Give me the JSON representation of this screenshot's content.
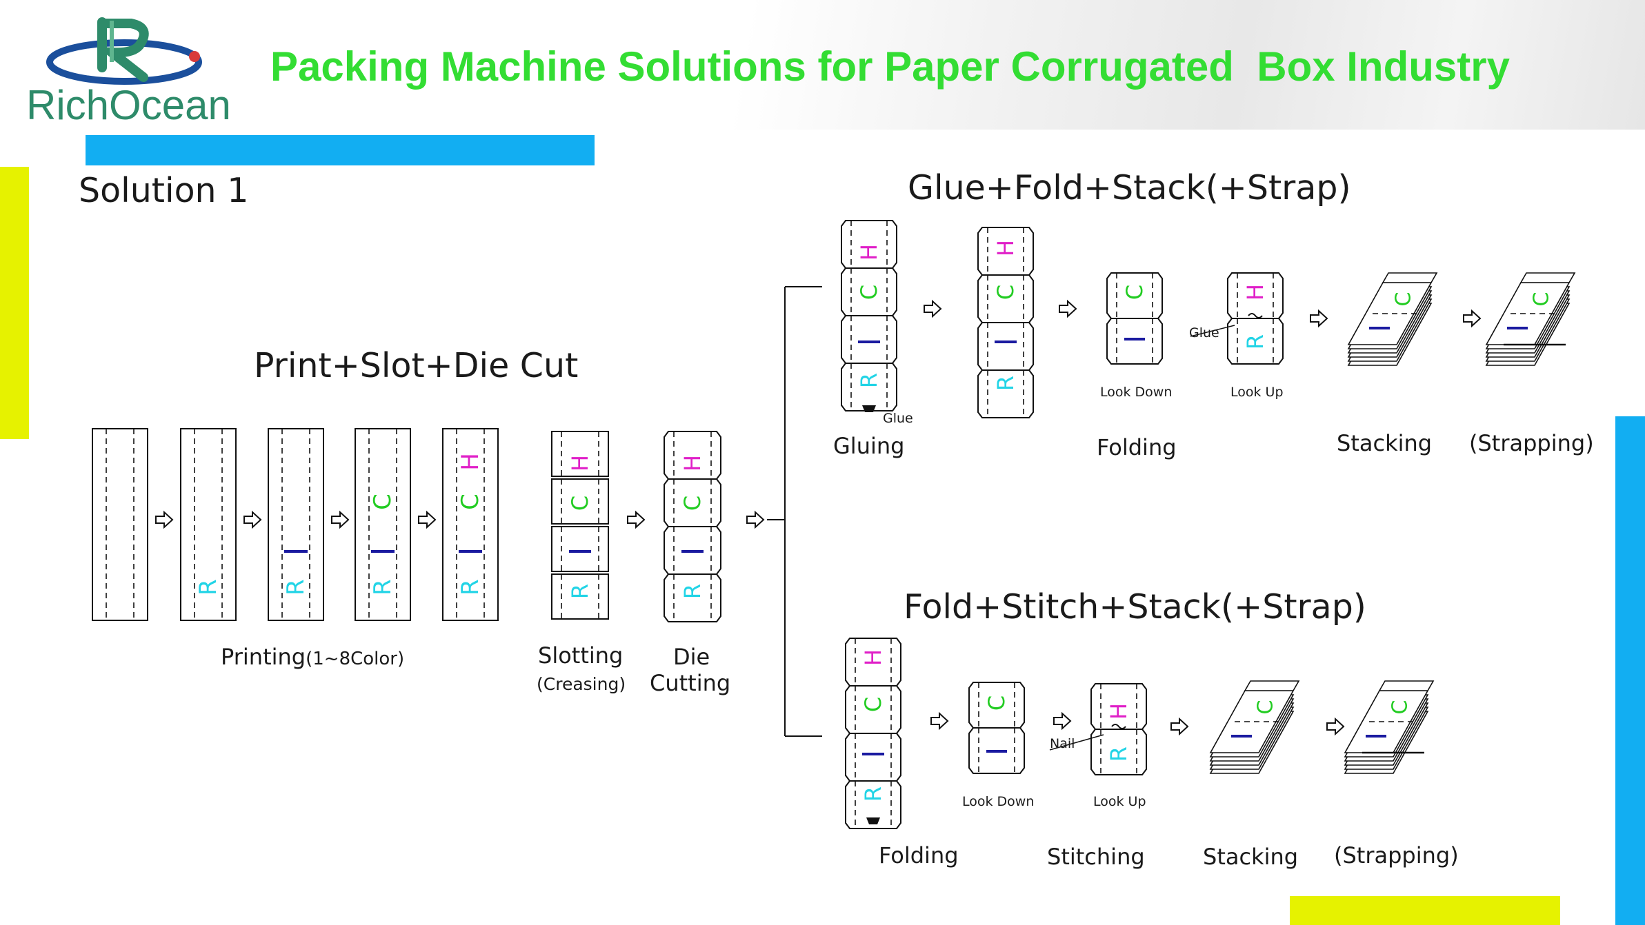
{
  "colors": {
    "title_green": "#33dd33",
    "accent_blue": "#12aef2",
    "accent_yellow": "#e6f200",
    "letter_cyan": "#22d4e6",
    "letter_green": "#22cc22",
    "letter_magenta": "#e020c8",
    "letter_blue": "#1a1aa0"
  },
  "header": {
    "logo_text": "RichOcean",
    "title": "Packing Machine Solutions for Paper Corrugated  Box Industry"
  },
  "solution": {
    "title": "Solution 1"
  },
  "print_section": {
    "title": "Print+Slot+Die Cut",
    "printing_label": "Printing",
    "printing_note": "(1~8Color)",
    "slotting_label": "Slotting",
    "slotting_note": "(Creasing)",
    "die_label": "Die",
    "cutting_label": "Cutting"
  },
  "glue_section": {
    "title": "Glue+Fold+Stack(+Strap)",
    "gluing": "Gluing",
    "folding": "Folding",
    "stacking": "Stacking",
    "strapping": "(Strapping)",
    "glue_note": "Glue",
    "glue_note2": "Glue",
    "look_down": "Look Down",
    "look_up": "Look Up"
  },
  "stitch_section": {
    "title": "Fold+Stitch+Stack(+Strap)",
    "folding": "Folding",
    "stitching": "Stitching",
    "stacking": "Stacking",
    "strapping": "(Strapping)",
    "nail_note": "Nail",
    "look_down": "Look Down",
    "look_up": "Look Up"
  },
  "panel_letters": [
    "R",
    "I",
    "C",
    "H"
  ]
}
